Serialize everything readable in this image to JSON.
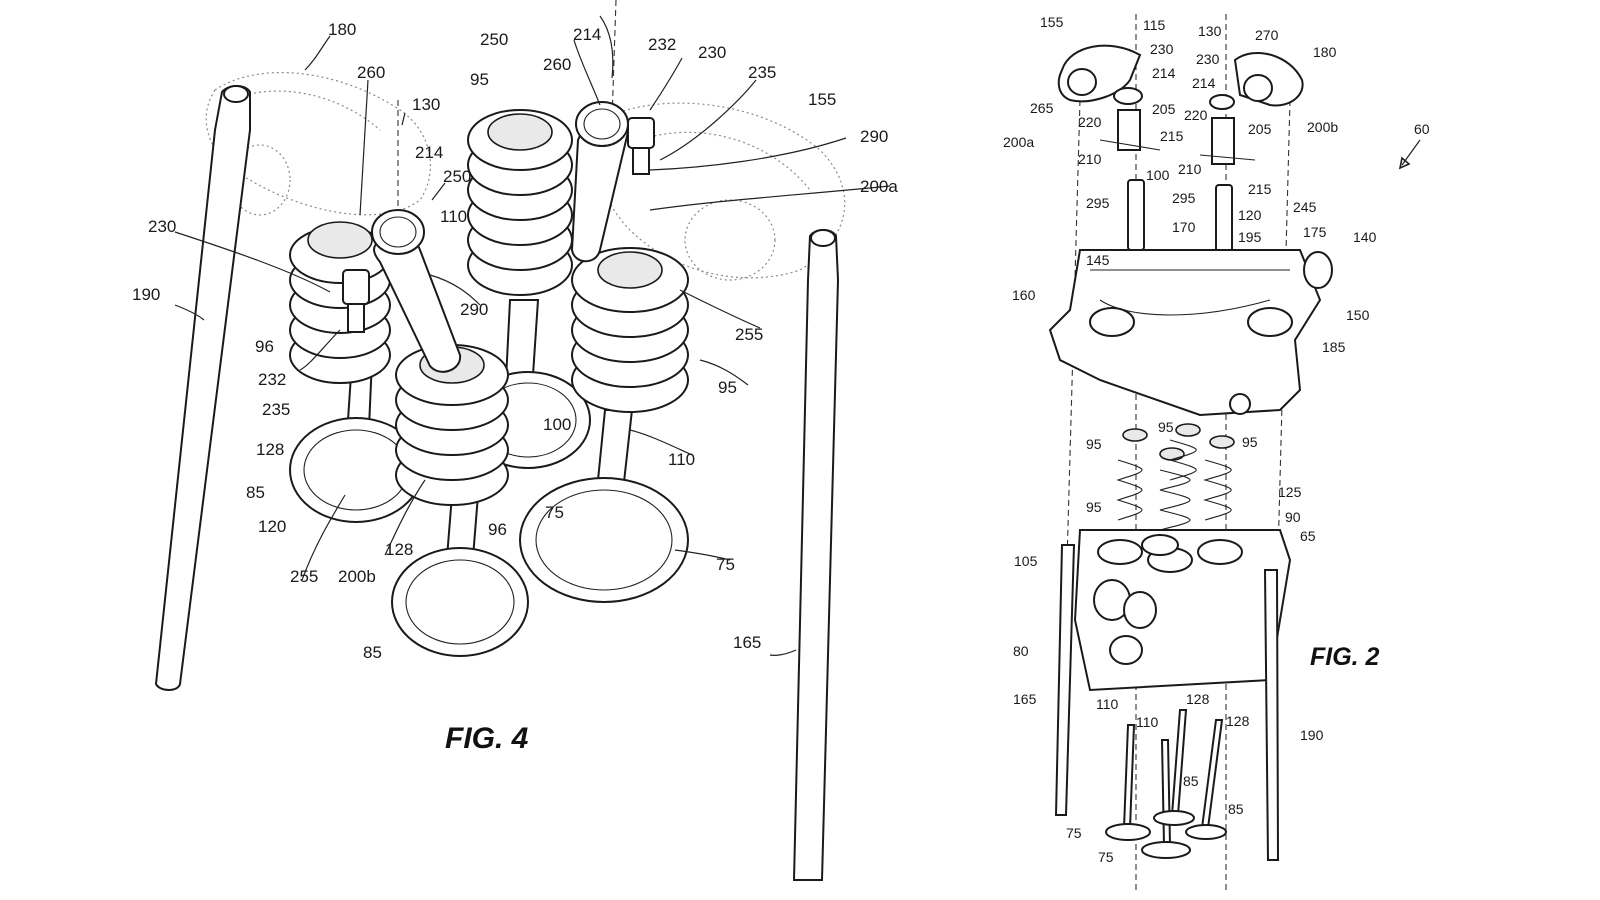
{
  "figures": {
    "fig4": {
      "title": "FIG. 4",
      "labels": [
        "180",
        "260",
        "130",
        "250",
        "214",
        "232",
        "230",
        "235",
        "155",
        "95",
        "290",
        "200a",
        "214",
        "250",
        "110",
        "230",
        "190",
        "260",
        "96",
        "290",
        "255",
        "232",
        "95",
        "235",
        "128",
        "100",
        "110",
        "85",
        "75",
        "120",
        "96",
        "75",
        "255",
        "200b",
        "128",
        "85",
        "165"
      ]
    },
    "fig2": {
      "title": "FIG. 2",
      "labels": [
        "155",
        "115",
        "230",
        "130",
        "270",
        "180",
        "214",
        "230",
        "265",
        "205",
        "214",
        "220",
        "220",
        "200a",
        "215",
        "205",
        "200b",
        "60",
        "210",
        "210",
        "215",
        "295",
        "100",
        "295",
        "120",
        "245",
        "170",
        "195",
        "175",
        "140",
        "145",
        "160",
        "150",
        "185",
        "95",
        "95",
        "95",
        "95",
        "125",
        "90",
        "105",
        "65",
        "80",
        "165",
        "110",
        "110",
        "128",
        "128",
        "190",
        "85",
        "85",
        "75",
        "75"
      ]
    }
  }
}
